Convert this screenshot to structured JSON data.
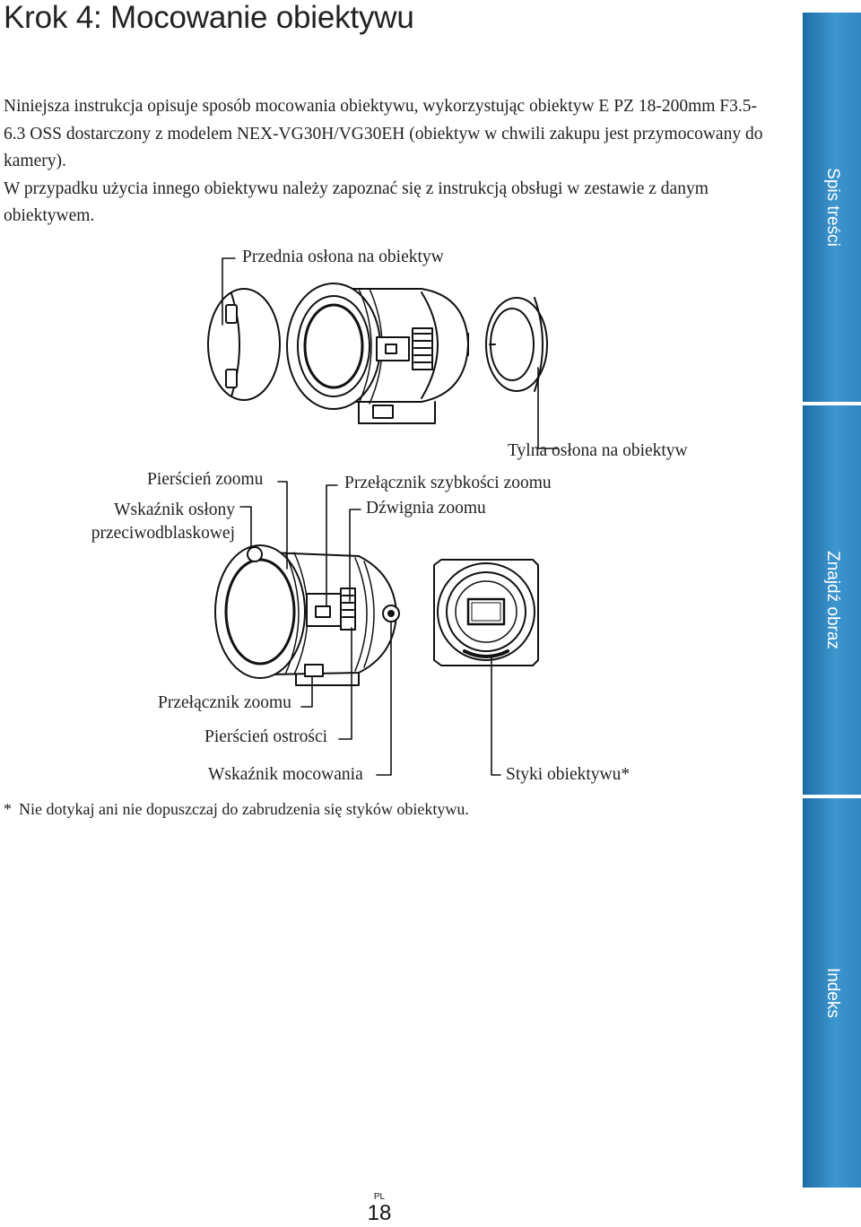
{
  "page": {
    "title": "Krok 4: Mocowanie obiektywu",
    "paragraphs": [
      "Niniejsza instrukcja opisuje sposób mocowania obiektywu, wykorzystując obiektyw E PZ 18-200mm F3.5-6.3 OSS dostarczony z modelem NEX-VG30H/VG30EH (obiektyw w chwili zakupu jest przymocowany do kamery).",
      "W przypadku użycia innego obiektywu należy zapoznać się z instrukcją obsługi w zestawie z danym obiektywem."
    ],
    "footnote": {
      "marker": "*",
      "text": "Nie dotykaj ani nie dopuszczaj do zabrudzenia się styków obiektywu."
    },
    "page_number": {
      "lang": "PL",
      "number": "18"
    }
  },
  "figure": {
    "labels": {
      "front_cap": "Przednia osłona na obiektyw",
      "rear_cap": "Tylna osłona na obiektyw",
      "zoom_ring": "Pierścień zoomu",
      "hood_index": "Wskaźnik osłony przeciwodblaskowej",
      "hood_index_line1": "Wskaźnik osłony",
      "hood_index_line2": "przeciwodblaskowej",
      "zoom_speed_switch": "Przełącznik szybkości zoomu",
      "zoom_lever": "Dźwignia zoomu",
      "zoom_switch": "Przełącznik zoomu",
      "focus_ring": "Pierścień ostrości",
      "mount_index": "Wskaźnik mocowania",
      "contacts": "Styki obiektywu*"
    }
  },
  "sidebar": {
    "tabs": [
      {
        "label": "Spis treści"
      },
      {
        "label": "Znajdź obraz"
      },
      {
        "label": "Indeks"
      }
    ]
  },
  "colors": {
    "tab_blue": "#3e96cf",
    "text": "#222222"
  }
}
